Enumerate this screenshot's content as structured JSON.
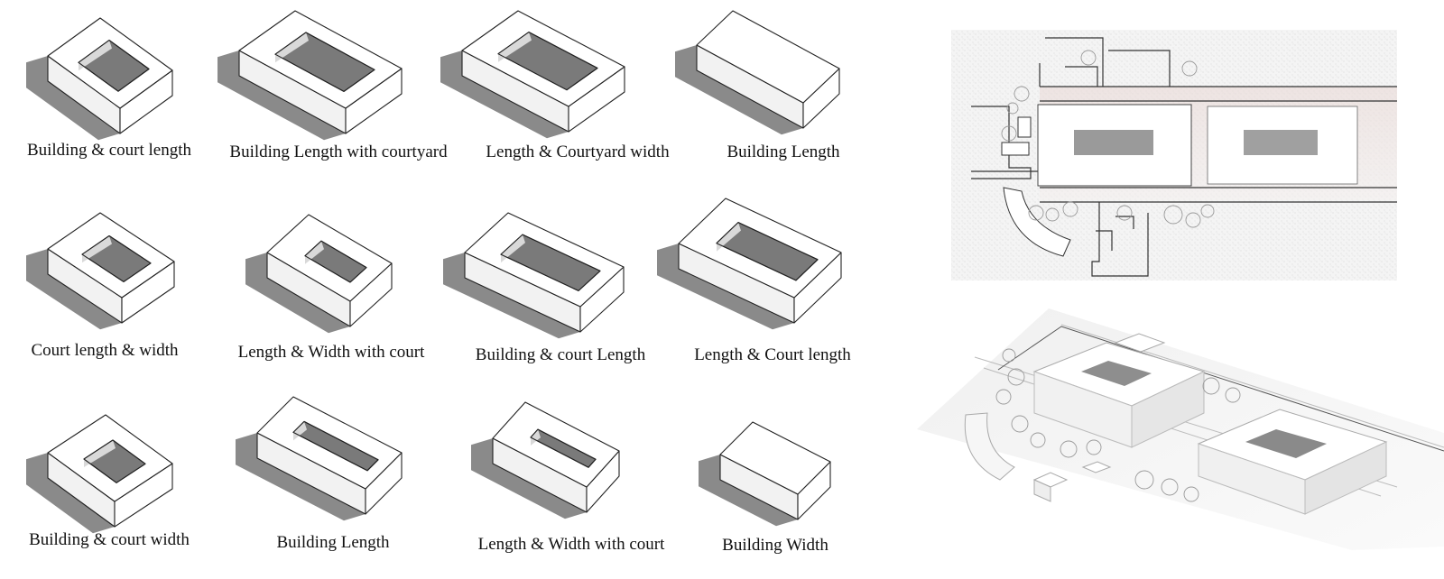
{
  "colors": {
    "top_face": "#ffffff",
    "left_face": "#f2f2f2",
    "right_face": "#ffffff",
    "court_shade": "#7a7a7a",
    "court_wall": "#d9d9d9",
    "shadow": "#8a8a8a",
    "edge": "#222222"
  },
  "variations": [
    {
      "caption": "Building & court length"
    },
    {
      "caption": "Building Length with courtyard"
    },
    {
      "caption": "Length & Courtyard width"
    },
    {
      "caption": "Building Length"
    },
    {
      "caption": "Court length & width"
    },
    {
      "caption": "Length & Width with court"
    },
    {
      "caption": "Building & court Length"
    },
    {
      "caption": "Length & Court length"
    },
    {
      "caption": "Building & court width"
    },
    {
      "caption": "Building Length"
    },
    {
      "caption": "Length & Width with court"
    },
    {
      "caption": "Building Width"
    }
  ],
  "site_plan": {
    "description_icon": "site-plan-drawing"
  },
  "site_model": {
    "description_icon": "site-model-render"
  }
}
